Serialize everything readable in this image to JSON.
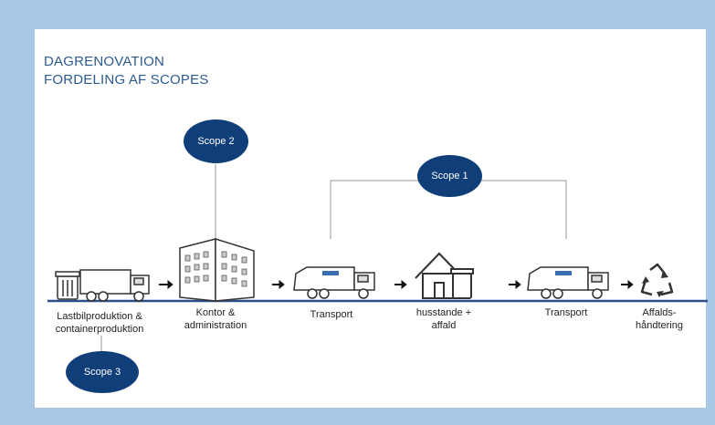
{
  "title": {
    "line1": "DAGRENOVATION",
    "line2": "FORDELING AF SCOPES"
  },
  "scopes": {
    "scope1": "Scope 1",
    "scope2": "Scope 2",
    "scope3": "Scope 3"
  },
  "stages": {
    "s1": {
      "line1": "Lastbilproduktion &",
      "line2": "containerproduktion"
    },
    "s2": {
      "line1": "Kontor &",
      "line2": "administration"
    },
    "s3": {
      "line1": "Transport"
    },
    "s4": {
      "line1": "husstande +",
      "line2": "affald"
    },
    "s5": {
      "line1": "Transport"
    },
    "s6": {
      "line1": "Affalds-",
      "line2": "håndtering"
    }
  },
  "colors": {
    "frame": "#a9c8e8",
    "title": "#2d5b8f",
    "scope": "#0f3e78",
    "baseline": "#2b4f8a"
  },
  "icons": [
    "bin-truck-icon",
    "office-building-icon",
    "garbage-truck-icon",
    "house-bin-icon",
    "garbage-truck-icon",
    "recycle-icon"
  ]
}
